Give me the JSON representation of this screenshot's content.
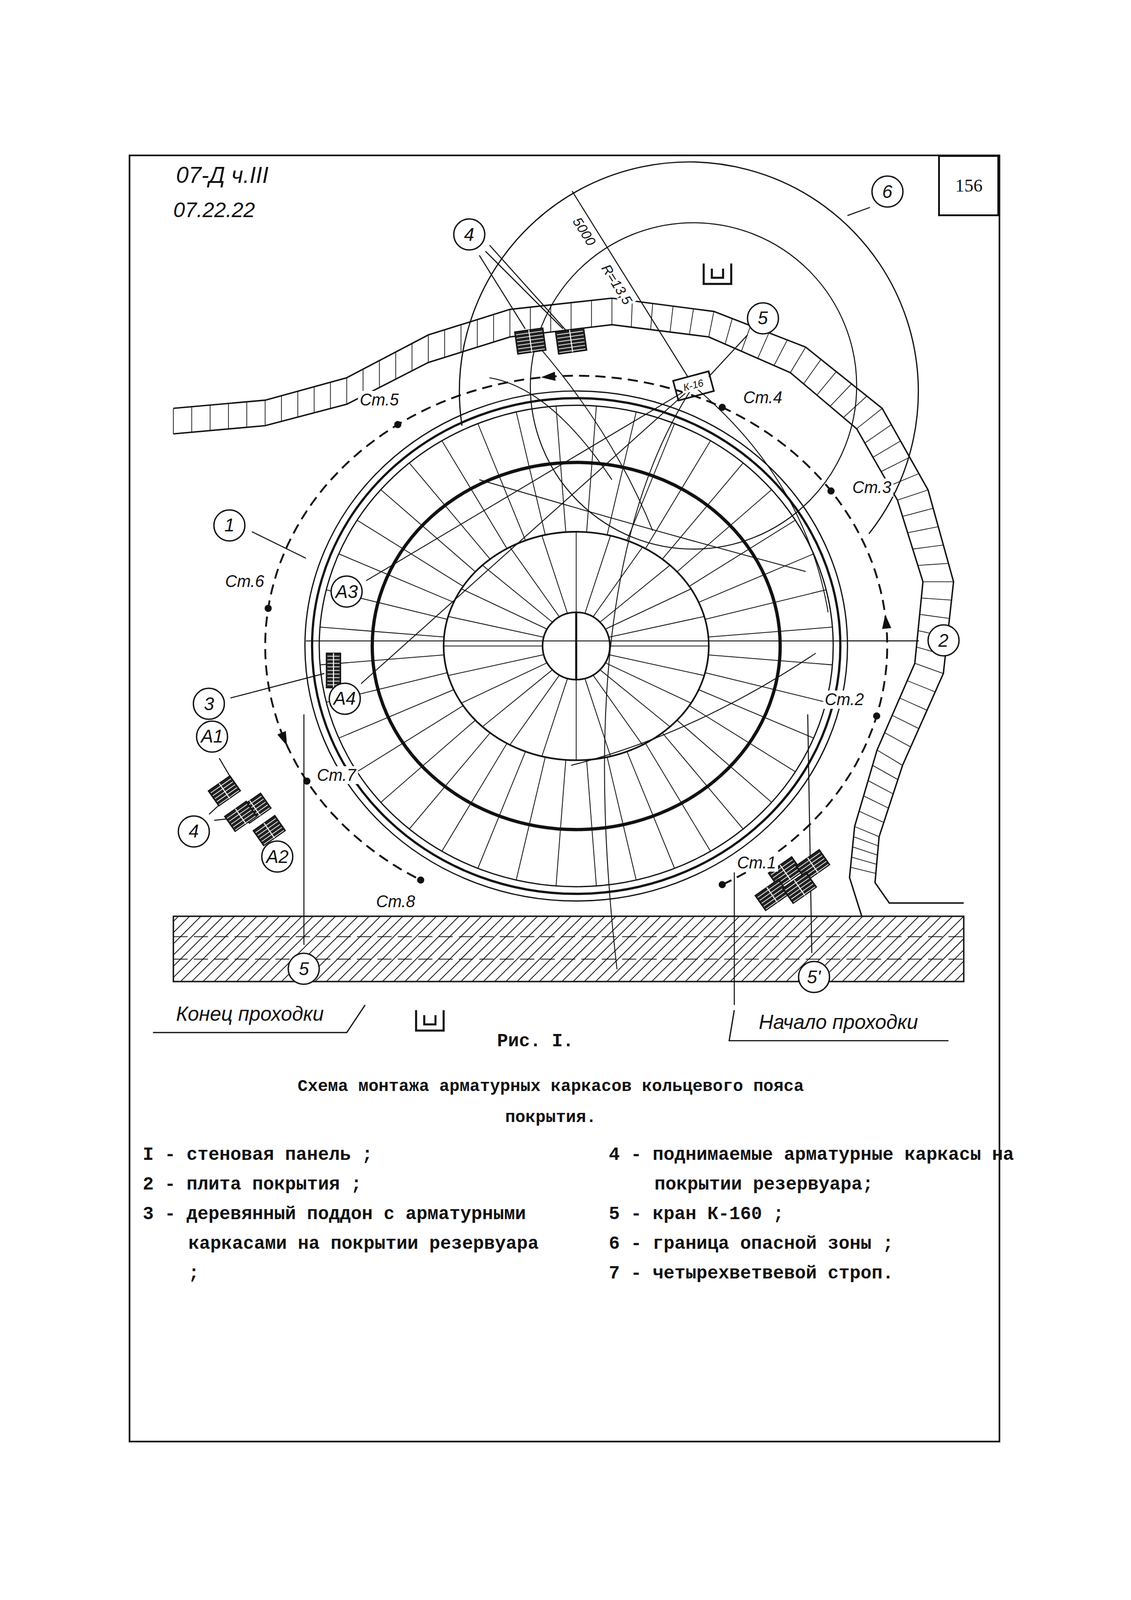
{
  "diagram": {
    "title": "Рис. I.",
    "caption": "Схема монтажа арматурных каркасов кольцевого пояса покрытия.",
    "nodes": [
      {
        "text": [
          "156"
        ]
      },
      {
        "text": [
          "4"
        ]
      },
      {
        "text": [
          "6"
        ]
      },
      {
        "text": [
          "5"
        ]
      },
      {
        "text": [
          "1"
        ]
      },
      {
        "text": [
          "А3"
        ]
      },
      {
        "text": [
          "2"
        ]
      },
      {
        "text": [
          "А4"
        ]
      },
      {
        "text": [
          "3"
        ]
      },
      {
        "text": [
          "А1"
        ]
      },
      {
        "text": [
          "4"
        ]
      },
      {
        "text": [
          "А2"
        ]
      },
      {
        "text": [
          "5"
        ]
      },
      {
        "text": [
          "5'"
        ]
      }
    ],
    "labels": [
      "07-Д ч.III",
      "07.22.22",
      "5000",
      "R=13,5",
      "К-16",
      "Ст.5",
      "Ст.4",
      "Ст.3",
      "Ст.6",
      "Ст.2",
      "Ст.7",
      "Ст.1",
      "Ст.8",
      "Конец проходки",
      "Начало проходки"
    ],
    "legend": [
      {
        "text": "I - стеновая панель ;"
      },
      {
        "text": "2 - плита покрытия ;"
      },
      {
        "text": "3 - деревянный поддон с арматурными каркасами на покрытии резервуара ;"
      },
      {
        "text": "4 - поднимаемые арматурные каркасы на покрытии резервуара;"
      },
      {
        "text": "5 - кран К-160 ;"
      },
      {
        "text": "6 - граница опасной зоны ;"
      },
      {
        "text": "7 - четырехветвевой строп."
      }
    ]
  }
}
